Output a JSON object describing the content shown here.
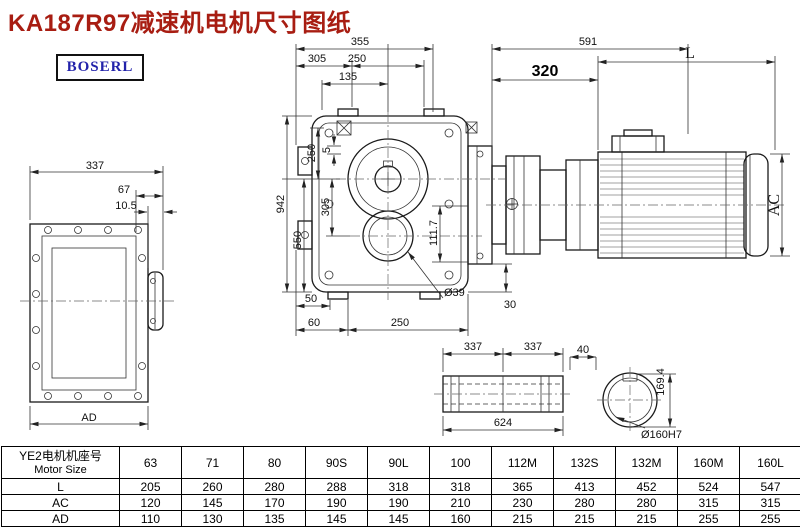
{
  "title": "KA187R97减速机电机尺寸图纸",
  "logo": "BOSERL",
  "colors": {
    "title": "#a81d12",
    "logo_text": "#2222aa",
    "line": "#1a1a1a"
  },
  "dims": {
    "lv337": "337",
    "lv67": "67",
    "lv105": "10.5",
    "lvAD": "AD",
    "t355": "355",
    "t591": "591",
    "t305": "305",
    "t250": "250",
    "t135": "135",
    "l942": "942",
    "l550": "550",
    "l305": "305",
    "l250": "250",
    "l5": "5",
    "r1117": "111.7",
    "b50": "50",
    "b60": "60",
    "b250": "250",
    "b39": "Ø39",
    "b30": "30",
    "m320": "320",
    "mL": "L",
    "mAC": "AC",
    "s337a": "337",
    "s337b": "337",
    "s624": "624",
    "s40": "40",
    "s1694": "169.4",
    "s160": "Ø160H7"
  },
  "table": {
    "col0_line1": "YE2电机机座号",
    "col0_line2": "Motor Size",
    "sizes": [
      "63",
      "71",
      "80",
      "90S",
      "90L",
      "100",
      "112M",
      "132S",
      "132M",
      "160M",
      "160L"
    ],
    "rows": [
      {
        "label": "L",
        "values": [
          "205",
          "260",
          "280",
          "288",
          "318",
          "318",
          "365",
          "413",
          "452",
          "524",
          "547"
        ]
      },
      {
        "label": "AC",
        "values": [
          "120",
          "145",
          "170",
          "190",
          "190",
          "210",
          "230",
          "280",
          "280",
          "315",
          "315"
        ]
      },
      {
        "label": "AD",
        "values": [
          "110",
          "130",
          "135",
          "145",
          "145",
          "160",
          "215",
          "215",
          "215",
          "255",
          "255"
        ]
      }
    ]
  }
}
